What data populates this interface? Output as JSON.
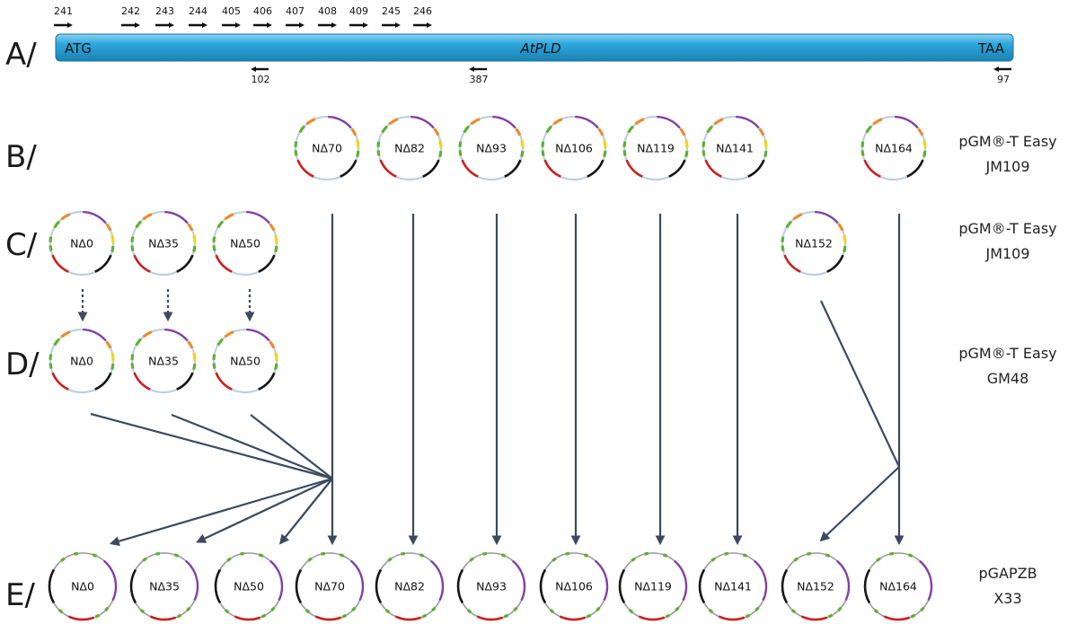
{
  "colors": {
    "bar": "#2ea8dd",
    "bar_light": "#8fd3f2",
    "bar_dark": "#1a80b2",
    "arrow": "#3b4a5e",
    "plasmid_pgem": "#b9cde0",
    "plasmid_pgap": "#999999",
    "seg_purple": "#8040a8",
    "seg_orange": "#ef8a2c",
    "seg_green": "#5cb030",
    "seg_yellow": "#f2d41a",
    "seg_red": "#cc2020",
    "seg_black": "#151515"
  },
  "gene": {
    "name": "AtPLD",
    "start": "ATG",
    "stop": "TAA",
    "forward_primers": [
      "241",
      "242",
      "243",
      "244",
      "405",
      "406",
      "407",
      "408",
      "409",
      "245",
      "246"
    ],
    "reverse_primers": [
      "102",
      "387",
      "97"
    ]
  },
  "rows": [
    {
      "label": "A/"
    },
    {
      "label": "B/",
      "side": [
        "pGM®-T Easy",
        "JM109"
      ]
    },
    {
      "label": "C/",
      "side": [
        "pGM®-T Easy",
        "JM109"
      ]
    },
    {
      "label": "D/",
      "side": [
        "pGM®-T Easy",
        "GM48"
      ]
    },
    {
      "label": "E/",
      "side": [
        "pGAPZB",
        "X33"
      ]
    }
  ],
  "plasmids": {
    "B": [
      "NΔ70",
      "NΔ82",
      "NΔ93",
      "NΔ106",
      "NΔ119",
      "NΔ141",
      "NΔ164"
    ],
    "C": [
      "NΔ0",
      "NΔ35",
      "NΔ50",
      "NΔ152"
    ],
    "D": [
      "NΔ0",
      "NΔ35",
      "NΔ50"
    ],
    "E": [
      "NΔ0",
      "NΔ35",
      "NΔ50",
      "NΔ70",
      "NΔ82",
      "NΔ93",
      "NΔ106",
      "NΔ119",
      "NΔ141",
      "NΔ152",
      "NΔ164"
    ]
  }
}
